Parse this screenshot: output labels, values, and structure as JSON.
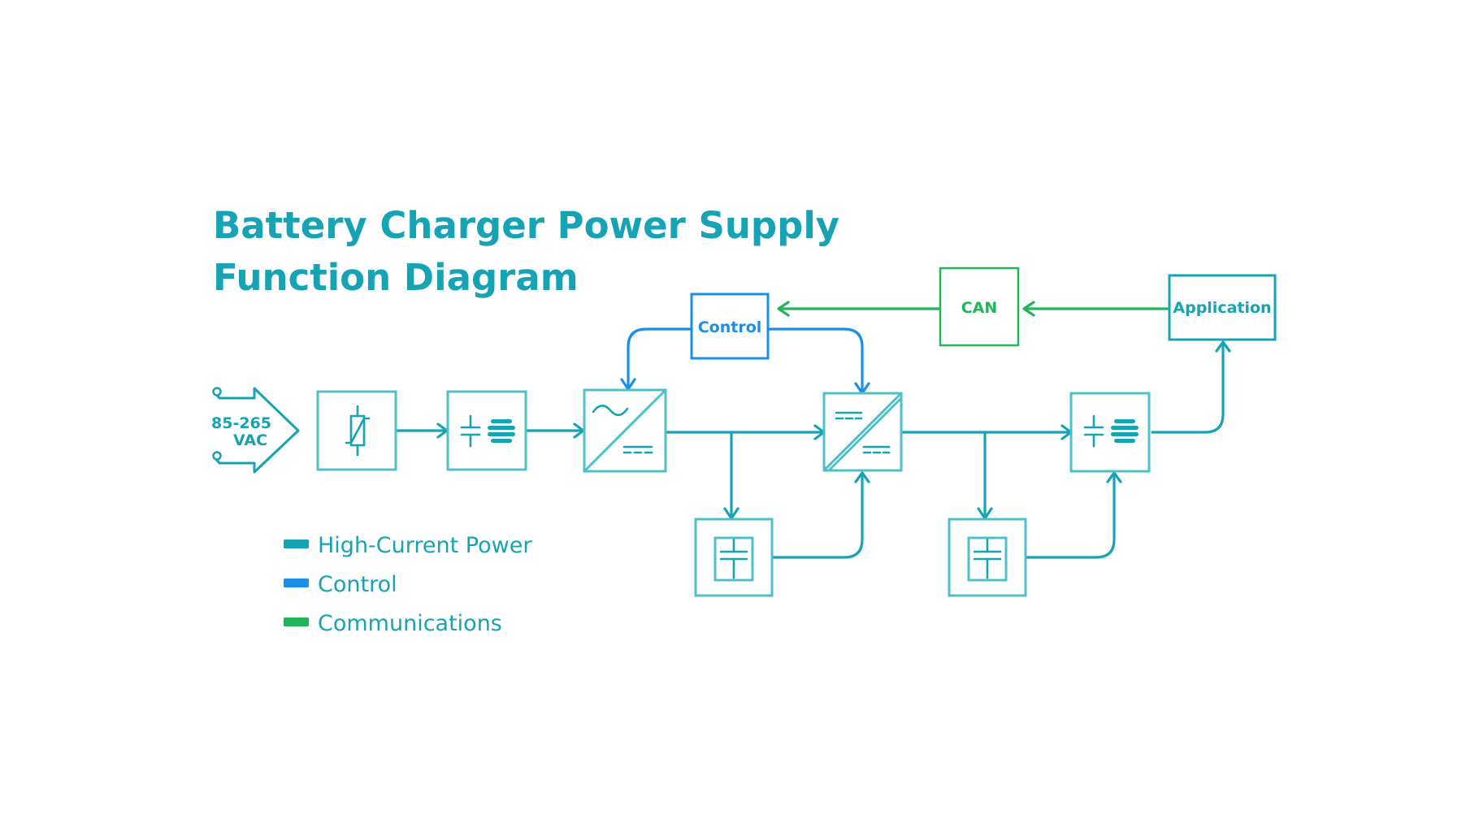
{
  "title": {
    "line1": "Battery Charger Power Supply",
    "line2": "Function Diagram"
  },
  "input": {
    "voltage": "85-265",
    "unit": "VAC"
  },
  "blocks": {
    "control": "Control",
    "can": "CAN",
    "application": "Application"
  },
  "legend": [
    {
      "label": "High-Current Power",
      "color": "#16a3b3"
    },
    {
      "label": "Control",
      "color": "#1b8fe6"
    },
    {
      "label": "Communications",
      "color": "#22b45a"
    }
  ],
  "colors": {
    "power": "#16a3b3",
    "block_border": "#4fbfc8",
    "control": "#1b8fe6",
    "communications": "#22b45a",
    "title": "#16a3b3"
  }
}
